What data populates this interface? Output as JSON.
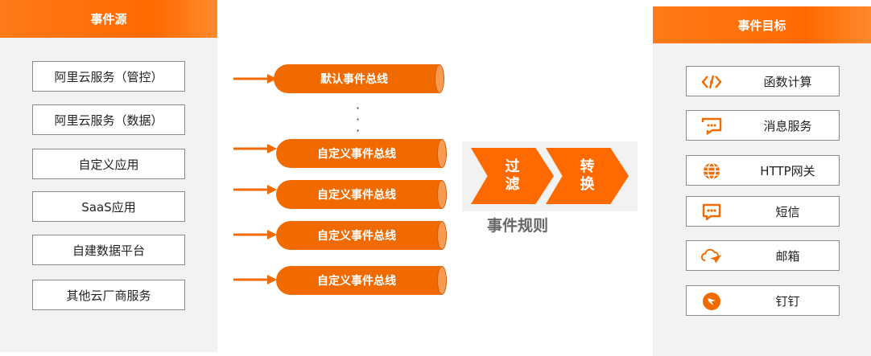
{
  "sources": {
    "header": "事件源",
    "items": [
      "阿里云服务（管控）",
      "阿里云服务（数据）",
      "自定义应用",
      "SaaS应用",
      "自建数据平台",
      "其他云厂商服务"
    ]
  },
  "buses": {
    "default_label": "默认事件总线",
    "custom_labels": [
      "自定义事件总线",
      "自定义事件总线",
      "自定义事件总线",
      "自定义事件总线"
    ]
  },
  "rules": {
    "filter": "过滤",
    "transform": "转换",
    "title": "事件规则"
  },
  "targets": {
    "header": "事件目标",
    "items": [
      {
        "label": "函数计算",
        "icon": "function-compute-icon"
      },
      {
        "label": "消息服务",
        "icon": "message-service-icon"
      },
      {
        "label": "HTTP网关",
        "icon": "globe-icon"
      },
      {
        "label": "短信",
        "icon": "sms-chat-icon"
      },
      {
        "label": "邮箱",
        "icon": "mail-cloud-icon"
      },
      {
        "label": "钉钉",
        "icon": "dingtalk-icon"
      }
    ]
  },
  "colors": {
    "accent": "#ff6a00",
    "panel": "#f2f2f2"
  }
}
